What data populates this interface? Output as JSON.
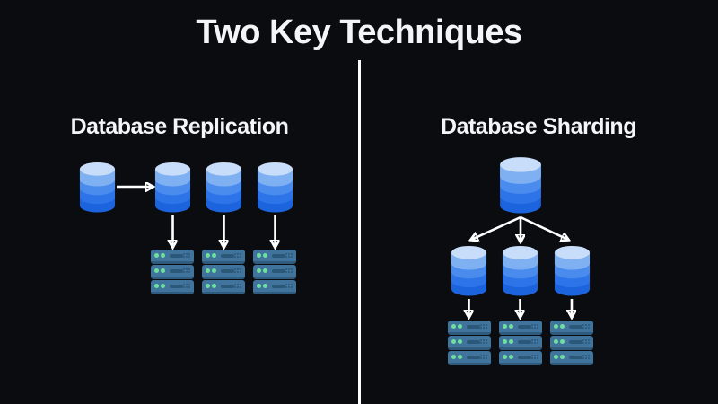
{
  "title": "Two Key Techniques",
  "panels": {
    "replication": {
      "heading": "Database Replication",
      "primary_databases": 1,
      "replica_databases": 3,
      "server_stacks": 3,
      "servers_per_stack": 3,
      "flow": "primary database replicates to three replica databases, each replica serves a server cluster"
    },
    "sharding": {
      "heading": "Database Sharding",
      "source_databases": 1,
      "shard_databases": 3,
      "server_stacks": 3,
      "servers_per_stack": 3,
      "flow": "one database splits into three shards, each shard serves a server cluster"
    }
  },
  "icons": {
    "database": "database-icon",
    "server_stack": "server-stack-icon",
    "arrow": "arrow-icon"
  },
  "colors": {
    "background": "#0a0c10",
    "text": "#f4f5f6",
    "divider": "#ffffff",
    "arrow": "#ffffff",
    "database_top": "#c7ddf9",
    "database_band_1": "#7fb0f2",
    "database_band_2": "#4a8bee",
    "database_band_3": "#2d74e8",
    "database_band_4": "#1c64de",
    "server_body": "#41749c",
    "server_base": "#2f5b7e",
    "server_led": "#6fdf9f",
    "server_slot": "#2b5878"
  }
}
